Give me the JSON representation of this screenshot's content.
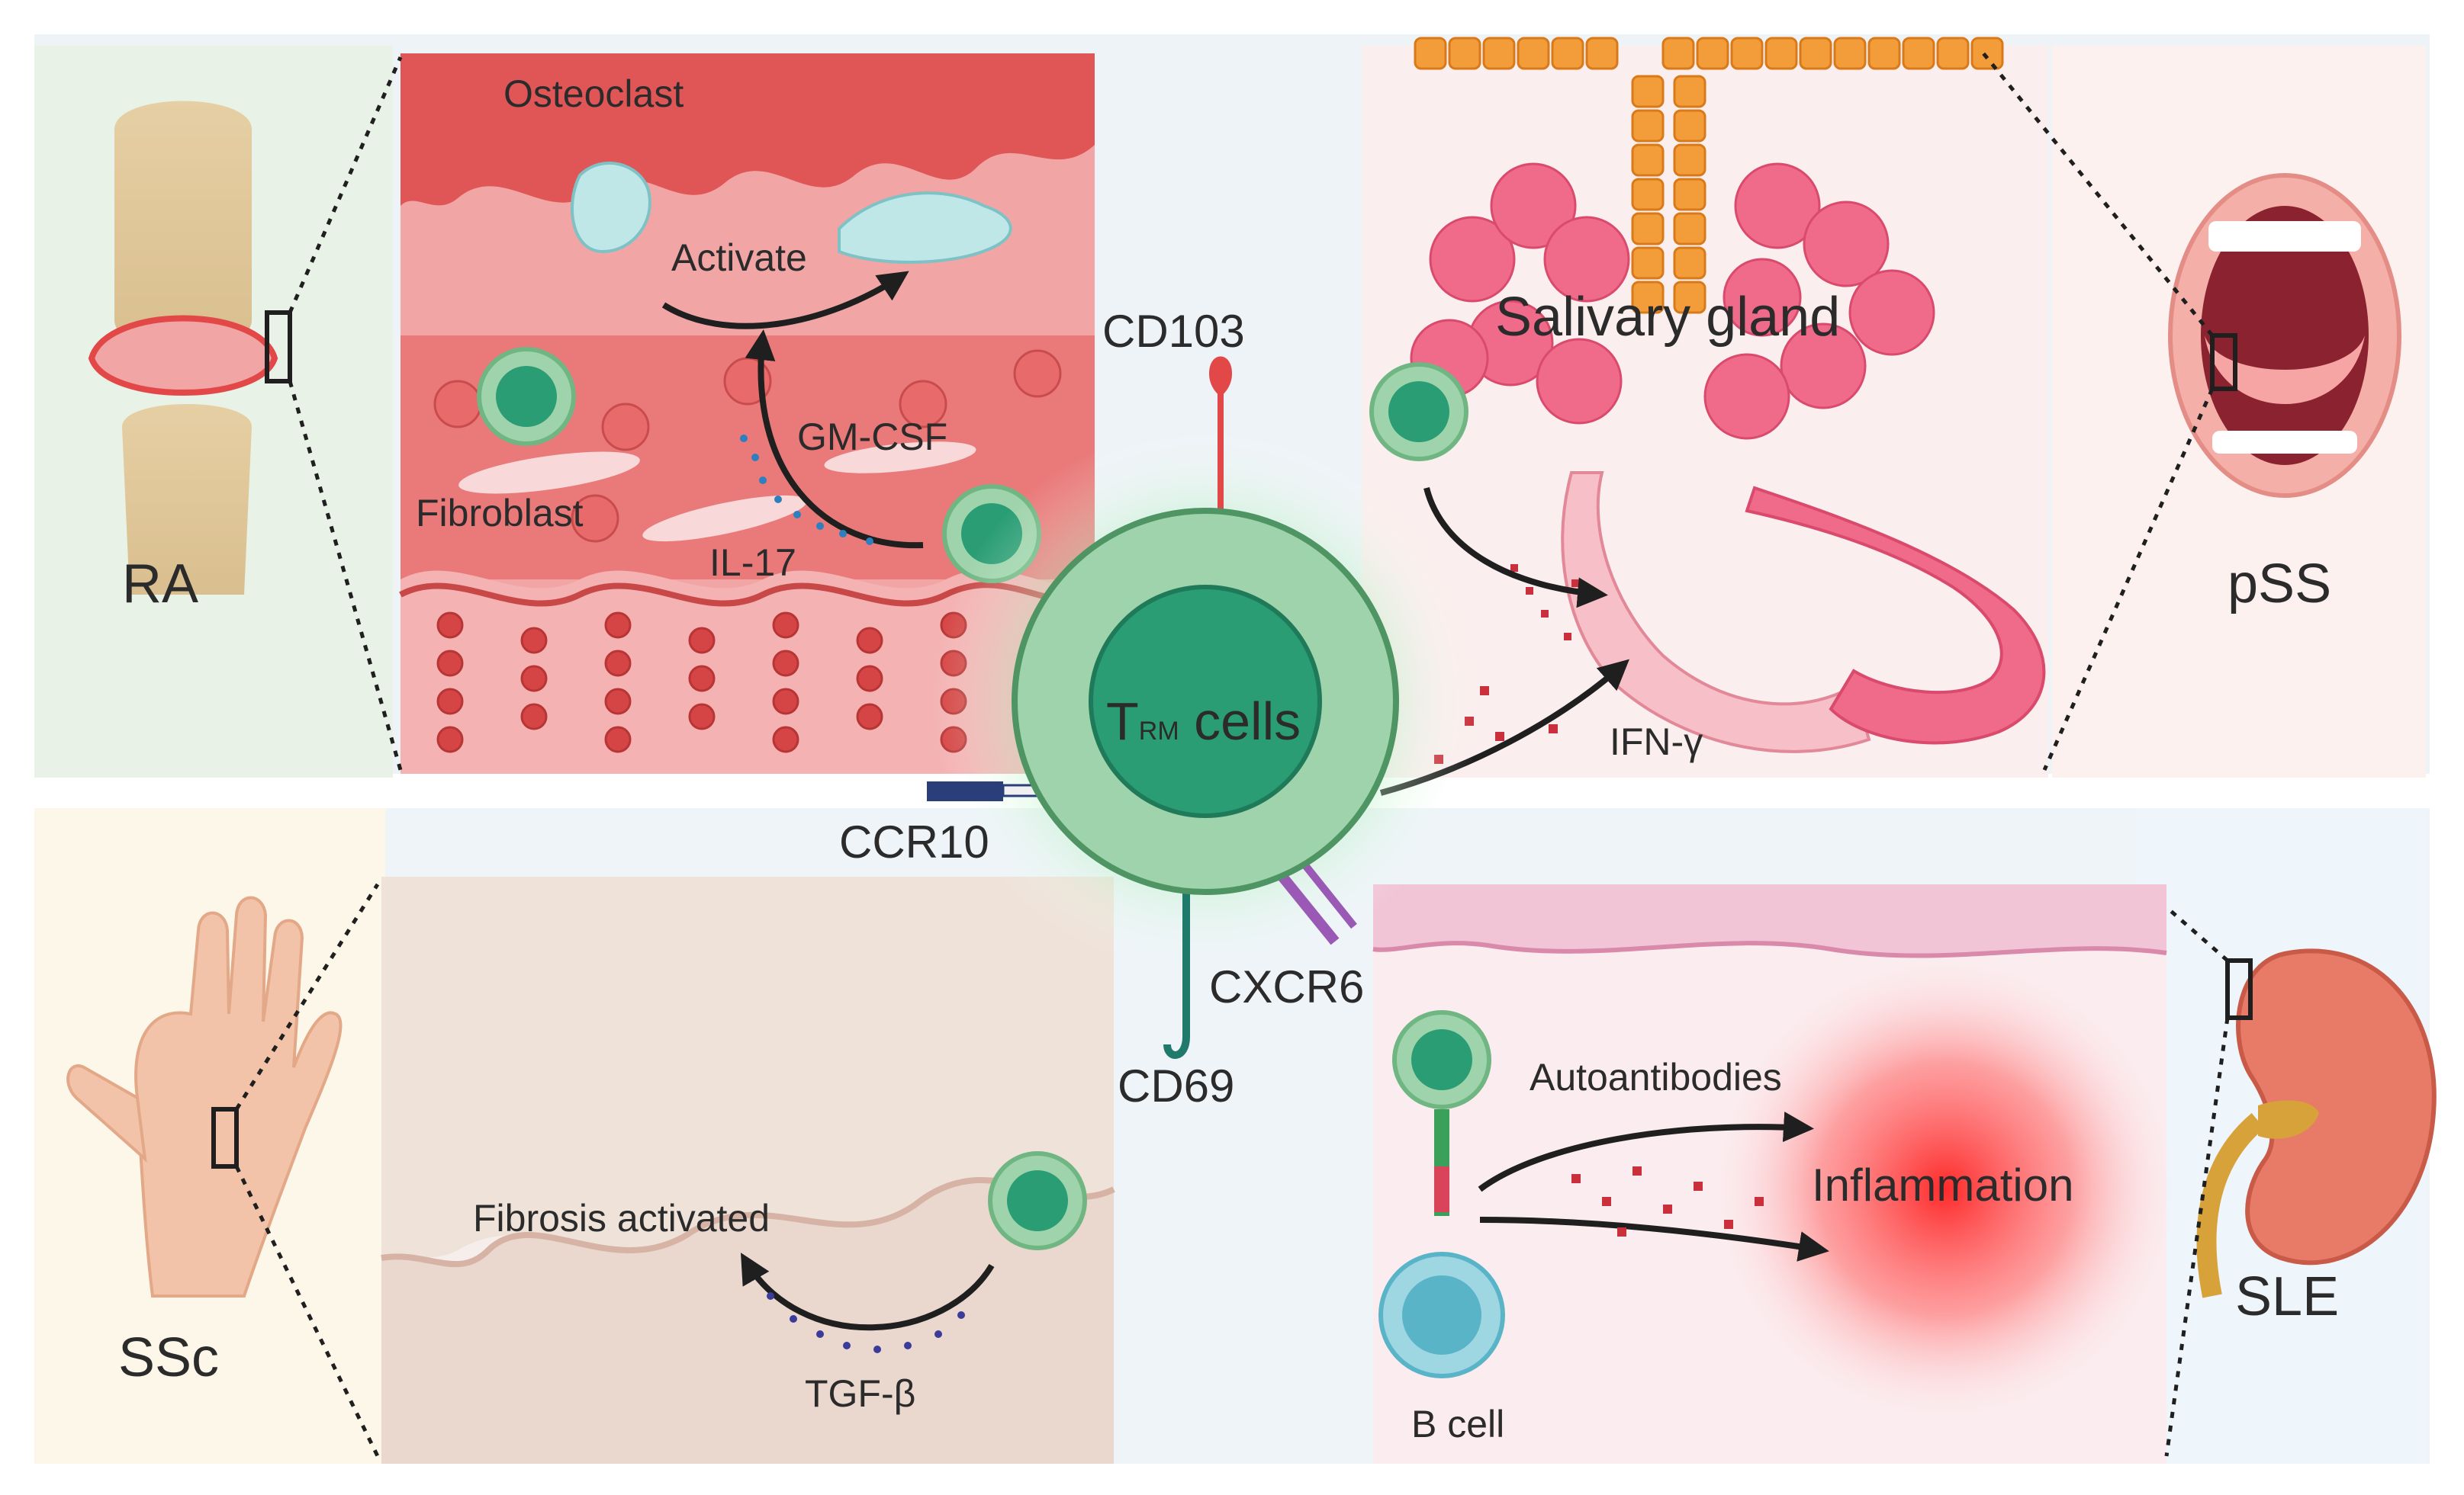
{
  "center": {
    "title_main": "T",
    "title_sub": "RM",
    "title_rest": " cells"
  },
  "receptors": {
    "cd103": "CD103",
    "ccr10": "CCR10",
    "cxcr6": "CXCR6",
    "cd69": "CD69"
  },
  "ra": {
    "disease": "RA",
    "osteoclast": "Osteoclast",
    "activate": "Activate",
    "gmcsf": "GM-CSF",
    "fibroblast": "Fibroblast",
    "il17": "IL-17"
  },
  "pss": {
    "disease": "pSS",
    "gland": "Salivary gland",
    "ifn": "IFN-γ"
  },
  "ssc": {
    "disease": "SSc",
    "fibrosis": "Fibrosis activated",
    "tgf": "TGF-β"
  },
  "sle": {
    "disease": "SLE",
    "autoantibodies": "Autoantibodies",
    "inflammation": "Inflammation",
    "bcell": "B cell"
  },
  "colors": {
    "trm_outer": "#9fd3ab",
    "trm_inner": "#2a9d74",
    "ra_tissue": "#e06666",
    "gland": "#f06a8a",
    "duct": "#f39c3a",
    "bcell": "#5ab4c8",
    "inflame": "#ff3b3b"
  }
}
